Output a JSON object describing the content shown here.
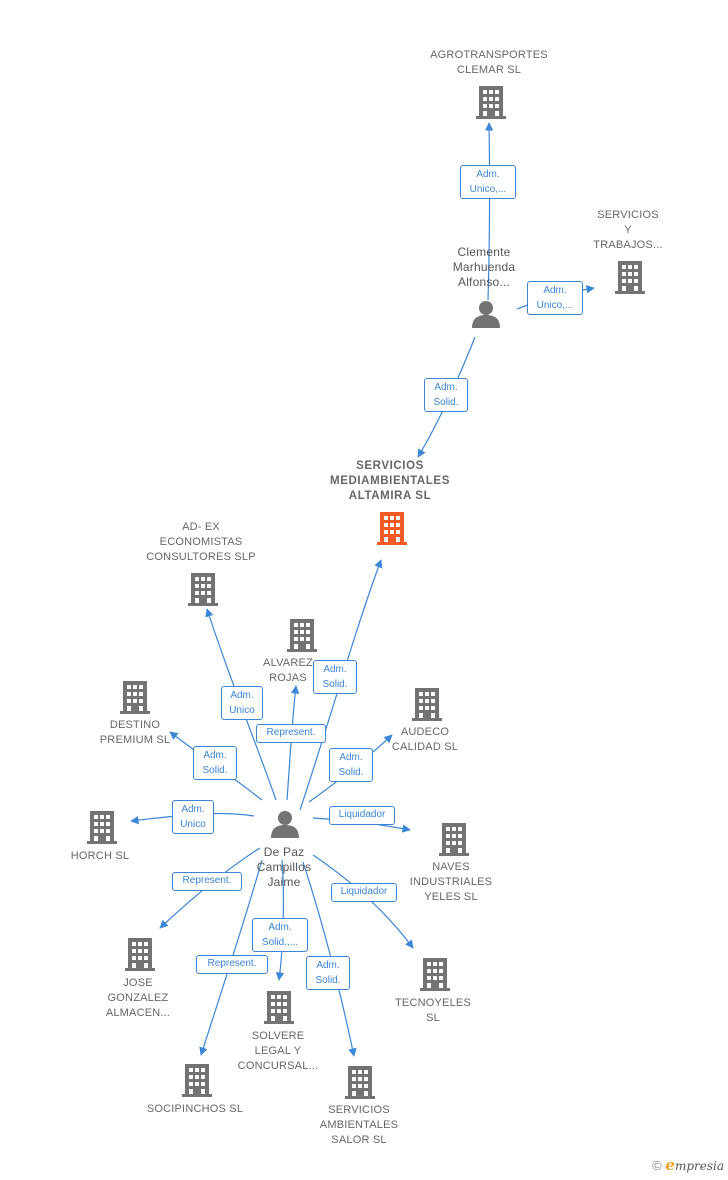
{
  "colors": {
    "edge": "#3b86d6",
    "company": "#737373",
    "focus": "#f15a24",
    "person": "#737373"
  },
  "nodes": {
    "agrotransportes": {
      "label": "AGROTRANSPORTES\nCLEMAR  SL",
      "icon": "building-icon"
    },
    "servicios_trabajos": {
      "label": "SERVICIOS\nY\nTRABAJOS...",
      "icon": "building-icon"
    },
    "clemente": {
      "label": "Clemente\nMarhuenda\nAlfonso...",
      "icon": "person-icon"
    },
    "servicios_mediambientales": {
      "label": "SERVICIOS\nMEDIAMBIENTALES\nALTAMIRA  SL",
      "icon": "building-icon"
    },
    "adex": {
      "label": "AD- EX\nECONOMISTAS\nCONSULTORES SLP",
      "icon": "building-icon"
    },
    "alvarez": {
      "label": "ALVAREZ\nROJAS",
      "icon": "building-icon"
    },
    "destino": {
      "label": "DESTINO\nPREMIUM  SL",
      "icon": "building-icon"
    },
    "audeco": {
      "label": "AUDECO\nCALIDAD SL",
      "icon": "building-icon"
    },
    "horch": {
      "label": "HORCH  SL",
      "icon": "building-icon"
    },
    "depaz": {
      "label": "De Paz\nCampillos\nJaime",
      "icon": "person-icon"
    },
    "naves": {
      "label": "NAVES\nINDUSTRIALES\nYELES  SL",
      "icon": "building-icon"
    },
    "jose": {
      "label": "JOSE\nGONZALEZ\nALMACEN...",
      "icon": "building-icon"
    },
    "tecnoyeles": {
      "label": "TECNOYELES\nSL",
      "icon": "building-icon"
    },
    "solvere": {
      "label": "SOLVERE\nLEGAL Y\nCONCURSAL...",
      "icon": "building-icon"
    },
    "socipinchos": {
      "label": "SOCIPINCHOS SL",
      "icon": "building-icon"
    },
    "servicios_ambientales": {
      "label": "SERVICIOS\nAMBIENTALES\nSALOR  SL",
      "icon": "building-icon"
    }
  },
  "edges": {
    "clemente_agrotransportes": "Adm.\nUnico,...",
    "clemente_servicios_trabajos": "Adm.\nUnico,...",
    "clemente_servicios_mediambientales": "Adm.\nSolid.",
    "depaz_servicios_mediambientales": "Adm.\nSolid.",
    "depaz_adex": "Adm.\nUnico",
    "depaz_alvarez": "Represent.",
    "depaz_destino": "Adm.\nSolid.",
    "depaz_audeco": "Adm.\nSolid.",
    "depaz_horch": "Adm.\nUnico",
    "depaz_naves": "Liquidador",
    "depaz_jose": "Represent.",
    "depaz_tecnoyeles": "Liquidador",
    "depaz_solvere": "Adm.\nSolid.,...",
    "depaz_socipinchos": "Represent.",
    "depaz_servicios_ambientales": "Adm.\nSolid."
  },
  "footer": {
    "copyright": "©",
    "brand_initial": "e",
    "brand_rest": "mpresia"
  }
}
